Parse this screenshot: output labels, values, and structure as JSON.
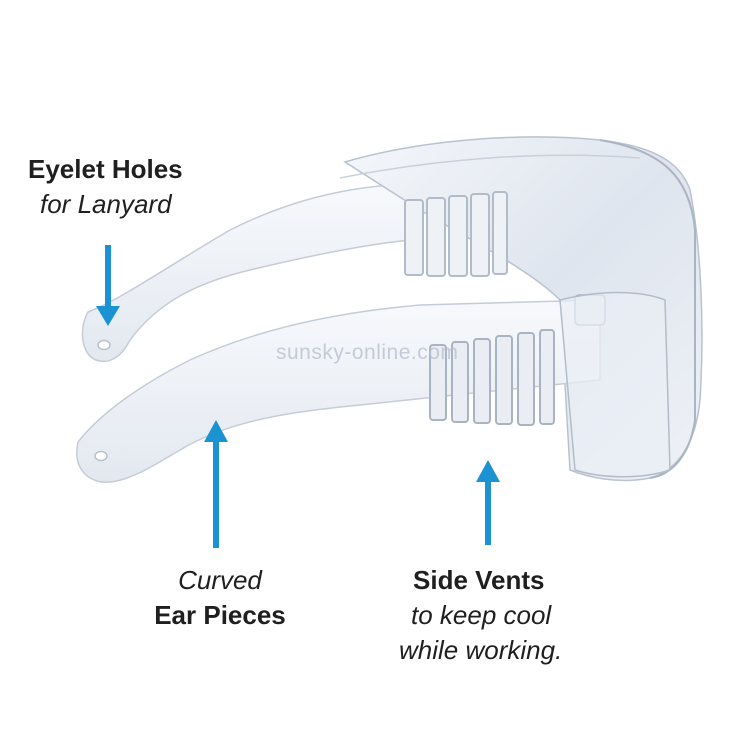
{
  "image": {
    "subject": "clear safety glasses with side shields",
    "watermark": "sunsky-online.com"
  },
  "callouts": {
    "eyelet": {
      "title": "Eyelet Holes",
      "subtitle": "for Lanyard"
    },
    "ear": {
      "line1": "Curved",
      "line2": "Ear Pieces"
    },
    "vents": {
      "title": "Side Vents",
      "line2": "to keep cool",
      "line3": "while working."
    }
  },
  "colors": {
    "arrow": "#1b93d3",
    "text": "#1f1f1f",
    "lens": "#dfe6f0"
  }
}
